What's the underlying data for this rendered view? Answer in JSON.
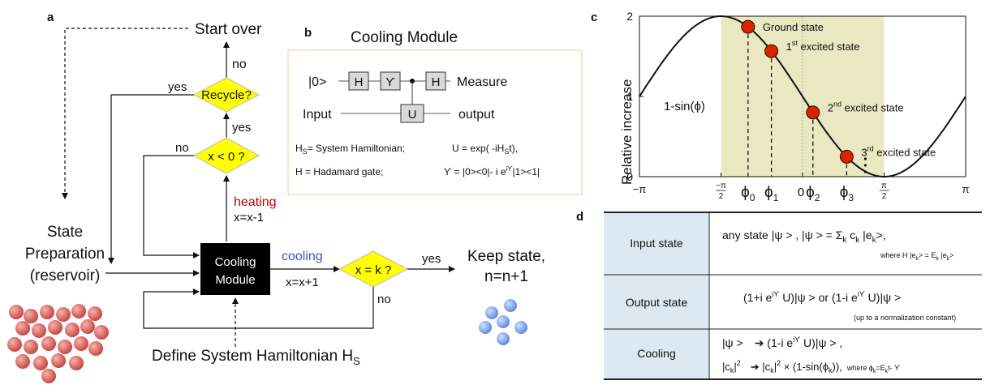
{
  "panels": {
    "a": "a",
    "b": "b",
    "c": "c",
    "d": "d"
  },
  "flow": {
    "start_over": "Start over",
    "recycle": "Recycle?",
    "no_top": "no",
    "yes_recycle": "yes",
    "yes_x": "yes",
    "x_lt_0": "x < 0 ?",
    "no_x": "no",
    "heating": "heating",
    "x_minus": "x=x-1",
    "state_prep": [
      "State",
      "Preparation",
      "(reservoir)"
    ],
    "cooling_module": [
      "Cooling",
      "Module"
    ],
    "cooling": "cooling",
    "x_plus": "x=x+1",
    "x_eq_k": "x = k ?",
    "yes_keep": "yes",
    "no_bottom": "no",
    "keep_state": [
      "Keep state,",
      "n=n+1"
    ],
    "define_h": "Define System Hamiltonian H",
    "define_h_sub": "S",
    "colors": {
      "heating": "#c00000",
      "cooling": "#3355cc",
      "diamond": "#ffff00",
      "module": "#000000",
      "ball_red": "#d9534f",
      "ball_blue": "#6f9cf0"
    }
  },
  "module_panel": {
    "title": "Cooling Module",
    "ket0": "|0>",
    "input": "Input",
    "measure": "Measure",
    "output": "output",
    "gate_h": "H",
    "gate_upsilon": "ϒ",
    "gate_u": "U",
    "def1_a": "H",
    "def1_sub": "S",
    "def1_b": "= System Hamiltonian;",
    "def1_c": "U = exp( -iH",
    "def1_sub2": "S",
    "def1_d": "t),",
    "def2_a": "H = Hadamard gate;",
    "def2_b": "ϒ = |0><0|- i e",
    "def2_sup": "iϒ",
    "def2_c": "|1><1|"
  },
  "chart_data": {
    "type": "line",
    "ylabel": "Relative increase",
    "function_label": "1-sin(ϕ)",
    "x_ticks": [
      "−π",
      "−π/2",
      "0",
      "π/2",
      "π"
    ],
    "y_ticks": [
      "0",
      "1",
      "2"
    ],
    "xlim": [
      -3.1416,
      3.1416
    ],
    "ylim": [
      0,
      2
    ],
    "shaded_region": [
      -1.5708,
      1.5708
    ],
    "curve": "1 - sin(x)",
    "points": [
      {
        "name": "ϕ0",
        "label": "Ground state",
        "x": -1.05,
        "y": 1.867
      },
      {
        "name": "ϕ1",
        "label_sup": "st",
        "label_pre": "1",
        "label_post": " excited state",
        "x": -0.6,
        "y": 1.565
      },
      {
        "name": "ϕ2",
        "label_sup": "nd",
        "label_pre": "2",
        "label_post": " excited state",
        "x": 0.2,
        "y": 0.801
      },
      {
        "name": "ϕ3",
        "label_sup": "rd",
        "label_pre": "3",
        "label_post": " excited state",
        "x": 0.85,
        "y": 0.249
      }
    ],
    "x_symbols": [
      "ϕ",
      "ϕ",
      "0",
      "ϕ",
      "ϕ"
    ],
    "colors": {
      "shade": "#e9e8c0",
      "point": "#dd2200"
    }
  },
  "table": {
    "rows": [
      {
        "head": "Input state",
        "line1": "any state |ψ > , |ψ > = Σ",
        "line1b": "k",
        "line1c": " c",
        "line1d": "k",
        "line1e": " |e",
        "line1f": "k",
        "line1g": ">,",
        "note_a": "where H |e",
        "note_b": "k",
        "note_c": "> = E",
        "note_d": "k",
        "note_e": " |e",
        "note_f": "k",
        "note_g": ">"
      },
      {
        "head": "Output state",
        "line1": "(1+i e",
        "sup1": "iϒ",
        "mid": " U)|ψ > or (1-i e",
        "sup2": "iϒ",
        "end": " U)|ψ >",
        "note": "(up to a normalization constant)"
      },
      {
        "head": "Cooling",
        "l1a": "|ψ >",
        "l1b": "➔ (1-i e",
        "l1sup": "iϒ",
        "l1c": " U)|ψ > ,",
        "l2a": "|c",
        "l2sub": "k",
        "l2b": "|",
        "l2sup": "2",
        "l2c": "➔ |c",
        "l2sub2": "k",
        "l2d": "|",
        "l2sup2": "2",
        "l2e": " × (1-sin(ϕ",
        "l2sub3": "k",
        "l2f": ")),",
        "l2g": "where ϕ",
        "l2sub4": "k",
        "l2h": "=E",
        "l2sub5": "k",
        "l2i": "t- ϒ"
      }
    ],
    "colors": {
      "head_bg": "#dce9f2",
      "border": "#222222"
    }
  }
}
